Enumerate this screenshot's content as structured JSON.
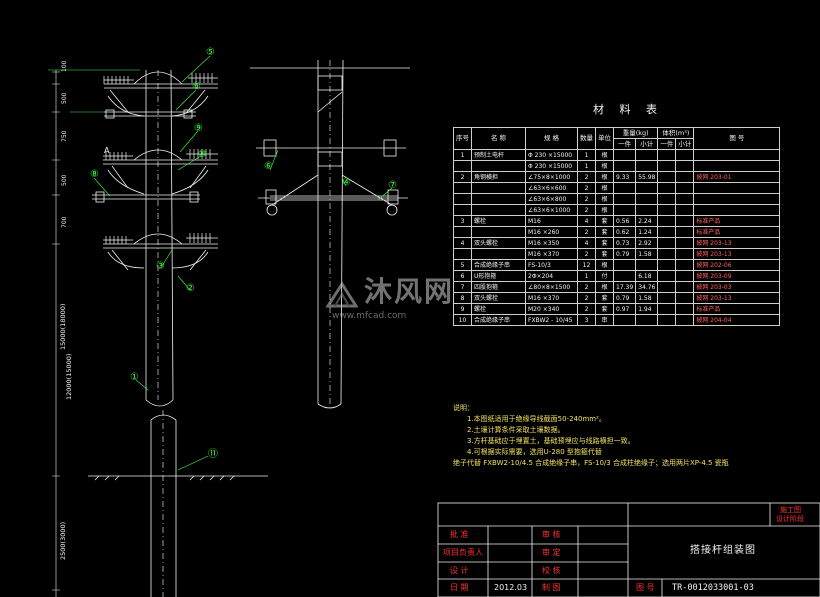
{
  "watermark": {
    "brand": "沐风网",
    "url": "www.mfcad.com"
  },
  "colors": {
    "background": "#000000",
    "line": "#f2f2f2",
    "red": "#ff3030",
    "yellow": "#f0e060",
    "green": "#40ff40",
    "cyan": "#60e0ff"
  },
  "left_view": {
    "dimensions": [
      "100",
      "500",
      "750",
      "500",
      "700",
      "15000(18000)",
      "12000(15000)",
      "2500(3000)"
    ],
    "callouts": [
      "⑤",
      "⑥",
      "⑨",
      "⑩",
      "③",
      "A",
      "①",
      "⑧",
      "②",
      "⑪"
    ]
  },
  "side_view": {
    "callouts": [
      "⑥",
      "④",
      "⑦"
    ]
  },
  "material_table": {
    "title": "材 料 表",
    "headers": {
      "no": "序号",
      "name": "名 称",
      "spec": "规 格",
      "qty": "数量",
      "unit": "单位",
      "weight": "重量(kg)",
      "weight_each": "一件",
      "weight_total": "小计",
      "volume": "体积(m³)",
      "vol_each": "一件",
      "vol_total": "小计",
      "ref": "图 号"
    },
    "rows": [
      {
        "no": "1",
        "name": "预制土电杆",
        "spec": "Φ 230 ×15000",
        "qty": "1",
        "unit": "根",
        "w1": "",
        "w2": "",
        "v1": "",
        "v2": "",
        "ref": ""
      },
      {
        "no": "",
        "name": "",
        "spec": "Φ 230 ×15000",
        "qty": "1",
        "unit": "根",
        "w1": "",
        "w2": "",
        "v1": "",
        "v2": "",
        "ref": ""
      },
      {
        "no": "2",
        "name": "角钢横担",
        "spec": "∠75×8×1000",
        "qty": "2",
        "unit": "根",
        "w1": "9.33",
        "w2": "55.98",
        "v1": "",
        "v2": "",
        "ref": "披网 203-01"
      },
      {
        "no": "",
        "name": "",
        "spec": "∠63×6×600",
        "qty": "2",
        "unit": "根",
        "w1": "",
        "w2": "",
        "v1": "",
        "v2": "",
        "ref": ""
      },
      {
        "no": "",
        "name": "",
        "spec": "∠63×6×800",
        "qty": "2",
        "unit": "根",
        "w1": "",
        "w2": "",
        "v1": "",
        "v2": "",
        "ref": ""
      },
      {
        "no": "",
        "name": "",
        "spec": "∠63×6×1000",
        "qty": "2",
        "unit": "根",
        "w1": "",
        "w2": "",
        "v1": "",
        "v2": "",
        "ref": ""
      },
      {
        "no": "3",
        "name": "螺栓",
        "spec": "M16",
        "qty": "4",
        "unit": "套",
        "w1": "0.56",
        "w2": "2.24",
        "v1": "",
        "v2": "",
        "ref": "标准产品"
      },
      {
        "no": "",
        "name": "",
        "spec": "M16 ×260",
        "qty": "2",
        "unit": "套",
        "w1": "0.62",
        "w2": "1.24",
        "v1": "",
        "v2": "",
        "ref": "标准产品"
      },
      {
        "no": "4",
        "name": "双头螺栓",
        "spec": "M16 ×350",
        "qty": "4",
        "unit": "套",
        "w1": "0.73",
        "w2": "2.92",
        "v1": "",
        "v2": "",
        "ref": "披网 203-13"
      },
      {
        "no": "",
        "name": "",
        "spec": "M16 ×370",
        "qty": "2",
        "unit": "套",
        "w1": "0.79",
        "w2": "1.58",
        "v1": "",
        "v2": "",
        "ref": "披网 203-13"
      },
      {
        "no": "5",
        "name": "合成绝缘子串",
        "spec": "FS-10/3",
        "qty": "12",
        "unit": "根",
        "w1": "",
        "w2": "",
        "v1": "",
        "v2": "",
        "ref": "披网 202-06"
      },
      {
        "no": "6",
        "name": "U形抱箍",
        "spec": "2Φ×204",
        "qty": "1",
        "unit": "付",
        "w1": "",
        "w2": "6.18",
        "v1": "",
        "v2": "",
        "ref": "披网 203-09"
      },
      {
        "no": "7",
        "name": "四股抱箍",
        "spec": "∠80×8×1500",
        "qty": "2",
        "unit": "根",
        "w1": "17.39",
        "w2": "34.76",
        "v1": "",
        "v2": "",
        "ref": "披网 203-03"
      },
      {
        "no": "8",
        "name": "双头螺栓",
        "spec": "M16 ×370",
        "qty": "2",
        "unit": "套",
        "w1": "0.79",
        "w2": "1.58",
        "v1": "",
        "v2": "",
        "ref": "披网 203-13"
      },
      {
        "no": "9",
        "name": "螺栓",
        "spec": "M20 ×340",
        "qty": "2",
        "unit": "套",
        "w1": "0.97",
        "w2": "1.94",
        "v1": "",
        "v2": "",
        "ref": "标准产品"
      },
      {
        "no": "10",
        "name": "合成绝缘子串",
        "spec": "FXBW2 - 10/45",
        "qty": "3",
        "unit": "串",
        "w1": "",
        "w2": "",
        "v1": "",
        "v2": "",
        "ref": "披网 204-04"
      }
    ]
  },
  "notes": {
    "heading": "说明：",
    "items": [
      "1.本图纸适用于绝缘导线截面50-240mm²。",
      "2.土壤计算条件采取土壤数据。",
      "3.方杆基础应于埋置土，基础预埋应与线路横担一致。",
      "4.可根据实际需要，选用U-280 型抱箍代替",
      "绝子代替 FXBW2-10/4.5 合成绝缘子串，FS-10/3 合成柱绝缘子；选用两片XP-4.5 瓷瓶"
    ]
  },
  "title_block": {
    "stamp_top": "施工图",
    "stamp_bottom": "设计阶段",
    "labels": [
      "批 准",
      "审 核",
      "项目负责人",
      "审 定",
      "设 计",
      "校 核",
      "日 期",
      "制 图"
    ],
    "date": "2012.03",
    "drawing_title": "搭接杆组装图",
    "number_label": "图 号",
    "number": "TR-0012033001-03"
  }
}
